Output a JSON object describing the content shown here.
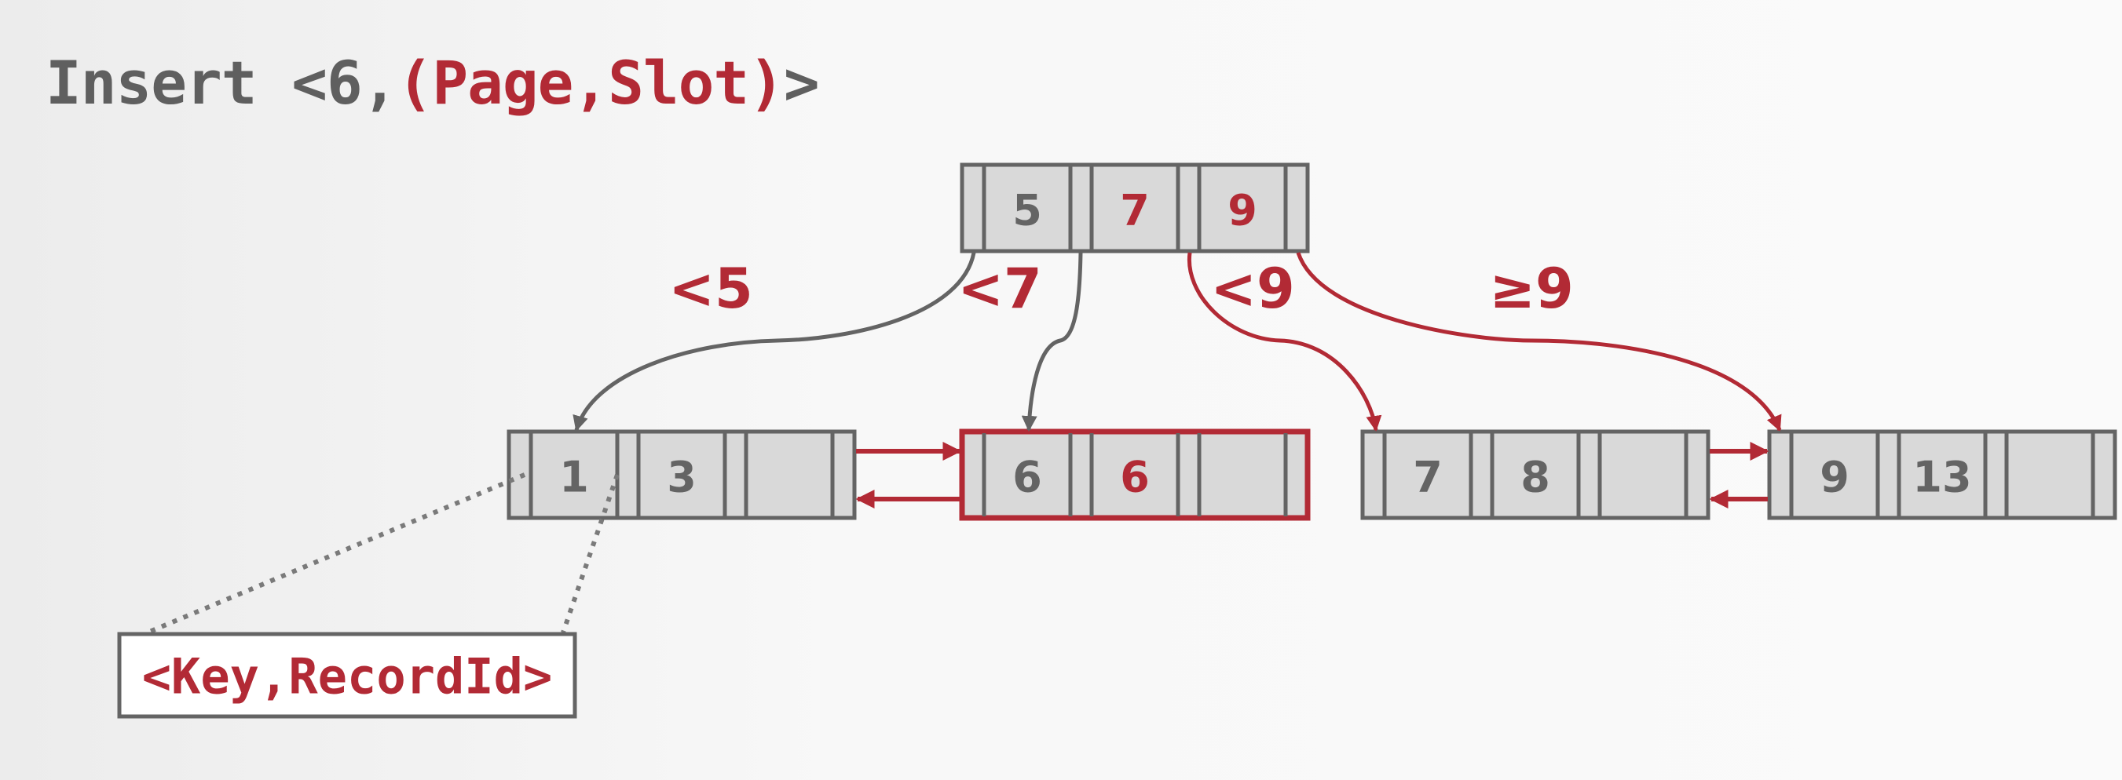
{
  "title": {
    "prefix": "Insert <6,",
    "highlight": "(Page,Slot)",
    "suffix": ">"
  },
  "root_node": {
    "keys": [
      "5",
      "7",
      "9"
    ]
  },
  "leaf_nodes": [
    {
      "keys": [
        "1",
        "3",
        ""
      ]
    },
    {
      "keys": [
        "6",
        "6",
        ""
      ]
    },
    {
      "keys": [
        "7",
        "8",
        ""
      ]
    },
    {
      "keys": [
        "9",
        "13",
        ""
      ]
    }
  ],
  "edge_labels": [
    "<5",
    "<7",
    "<9",
    "≥9"
  ],
  "annotation": "<Key,RecordId>",
  "colors": {
    "accent": "#b22a35",
    "gray": "#646464",
    "cell_fill": "#d9d9d9"
  }
}
